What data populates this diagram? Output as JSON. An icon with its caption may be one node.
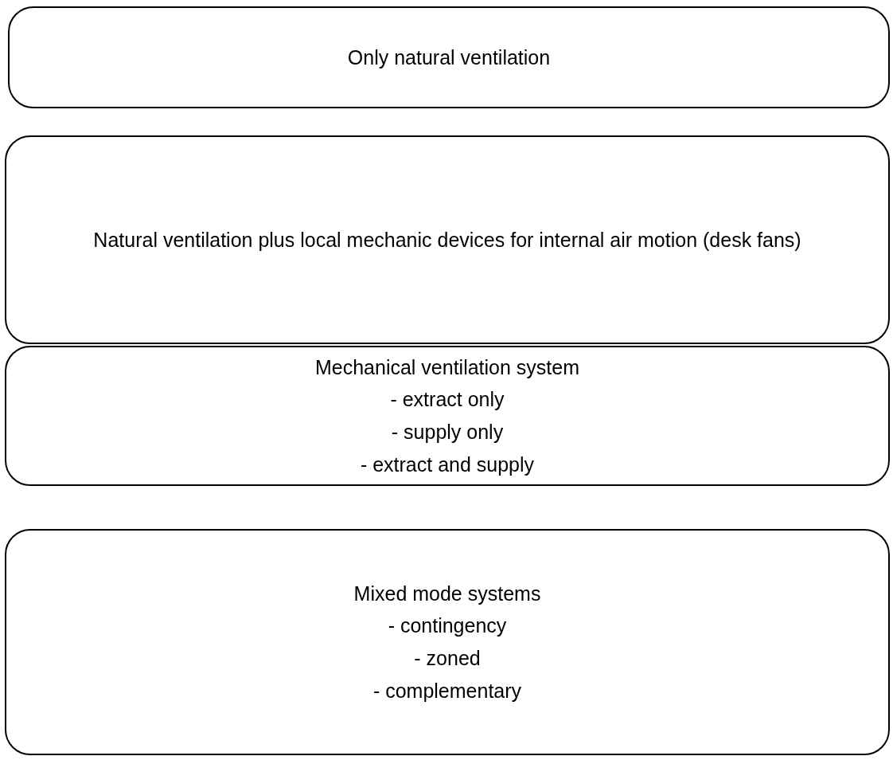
{
  "diagram": {
    "nodes": [
      {
        "text": [
          "Only natural ventilation"
        ]
      },
      {
        "text": [
          "Natural ventilation plus local mechanic devices for internal air motion (desk fans)"
        ]
      },
      {
        "text": [
          "Mechanical ventilation system",
          "- extract only",
          "- supply only",
          "- extract and supply"
        ]
      },
      {
        "text": [
          "Mixed mode systems",
          "- contingency",
          "- zoned",
          "- complementary"
        ]
      }
    ]
  }
}
